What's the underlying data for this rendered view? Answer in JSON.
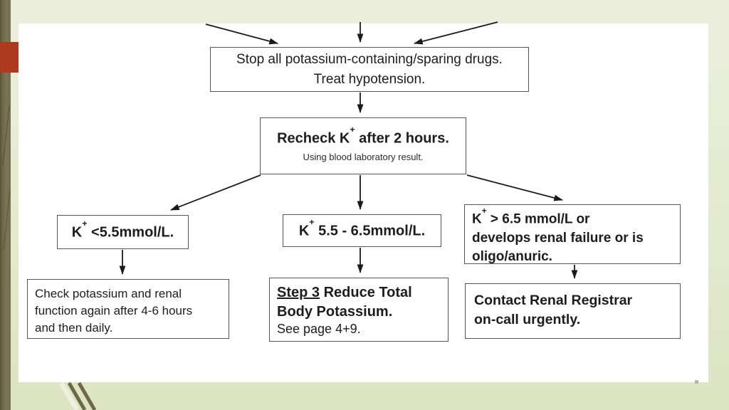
{
  "slide": {
    "background_color": "#e6ecd2",
    "left_bar_color": "#77704f",
    "accent_red_color": "#ad3a1c",
    "panel_color": "#ffffff"
  },
  "flowchart": {
    "stop_box": {
      "line1": "Stop all potassium-containing/sparing drugs.",
      "line2": "Treat hypotension."
    },
    "recheck_box": {
      "title_prefix": "Recheck K",
      "title_sup": "+",
      "title_rest": " after 2 hours.",
      "subtitle": "Using blood laboratory result."
    },
    "k_low_box": {
      "prefix": "K",
      "sup": "+",
      "rest": " <5.5mmol/L."
    },
    "k_mid_box": {
      "prefix": "K",
      "sup": "+",
      "rest": " 5.5 - 6.5mmol/L."
    },
    "k_high_box": {
      "prefix": "K",
      "sup": "+",
      "line1_rest": " > 6.5 mmol/L or",
      "line2": "develops renal failure or is",
      "line3": "oligo/anuric."
    },
    "check_box": {
      "line1": "Check potassium and renal",
      "line2": "function again after 4-6 hours",
      "line3": "and then daily."
    },
    "step3_box": {
      "step_label": "Step 3",
      "line1_rest": " Reduce Total",
      "line2": "Body Potassium.",
      "line3": "See page 4+9."
    },
    "contact_box": {
      "line1": "Contact Renal Registrar",
      "line2": "on-call urgently."
    }
  }
}
